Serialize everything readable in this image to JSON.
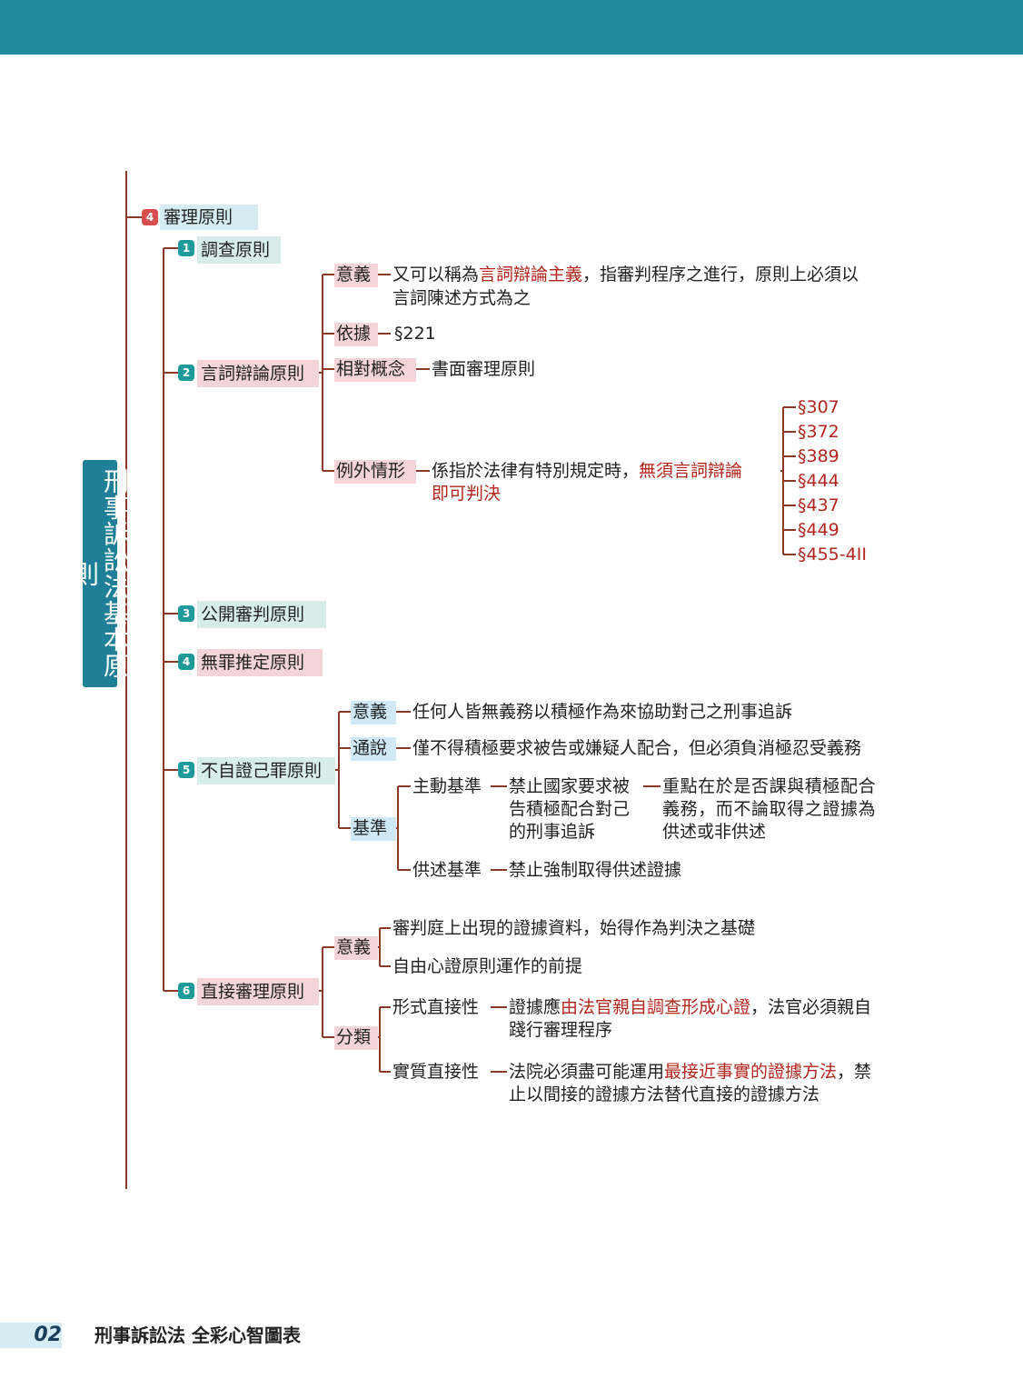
{
  "header": {
    "bar_color": "#1f8a9c"
  },
  "title": "刑事訴訟法基本原則",
  "root": {
    "badge": "4",
    "label": "審理原則"
  },
  "items": [
    {
      "badge": "1",
      "label": "調查原則"
    },
    {
      "badge": "2",
      "label": "言詞辯論原則",
      "meaning_key": "意義",
      "meaning_pre": "又可以稱為",
      "meaning_red": "言詞辯論主義",
      "meaning_post": "，指審判程序之進行，原則上必須以",
      "meaning_line2": "言詞陳述方式為之",
      "basis_key": "依據",
      "basis_val": "§221",
      "rel_key": "相對概念",
      "rel_val": "書面審理原則",
      "exc_key": "例外情形",
      "exc_pre": "係指於法律有特別規定時，",
      "exc_red1": "無須言詞辯論",
      "exc_red2": "即可判決",
      "sections": [
        "§307",
        "§372",
        "§389",
        "§444",
        "§437",
        "§449",
        "§455-4II"
      ]
    },
    {
      "badge": "3",
      "label": "公開審判原則"
    },
    {
      "badge": "4",
      "label": "無罪推定原則"
    },
    {
      "badge": "5",
      "label": "不自證己罪原則",
      "meaning_key": "意義",
      "meaning_val": "任何人皆無義務以積極作為來協助對己之刑事追訴",
      "common_key": "通說",
      "common_val": "僅不得積極要求被告或嫌疑人配合，但必須負消極忍受義務",
      "std_key": "基準",
      "active_key": "主動基準",
      "active_l1": "禁止國家要求被",
      "active_l2": "告積極配合對己",
      "active_l3": "的刑事追訴",
      "focus_l1": "重點在於是否課與積極配合",
      "focus_l2": "義務，而不論取得之證據為",
      "focus_l3": "供述或非供述",
      "statement_key": "供述基準",
      "statement_val": "禁止強制取得供述證據"
    },
    {
      "badge": "6",
      "label": "直接審理原則",
      "meaning_key": "意義",
      "meaning_1": "審判庭上出現的證據資料，始得作為判決之基礎",
      "meaning_2": "自由心證原則運作的前提",
      "class_key": "分類",
      "formal_key": "形式直接性",
      "formal_pre": "證據應",
      "formal_red": "由法官親自調查形成心證",
      "formal_post": "，法官必須親自",
      "formal_line2": "踐行審理程序",
      "subst_key": "實質直接性",
      "subst_pre": "法院必須盡可能運用",
      "subst_red": "最接近事實的證據方法",
      "subst_post": "，禁",
      "subst_line2": "止以間接的證據方法替代直接的證據方法"
    }
  ],
  "footer": {
    "page": "02",
    "book": "刑事訴訟法 全彩心智圖表"
  }
}
